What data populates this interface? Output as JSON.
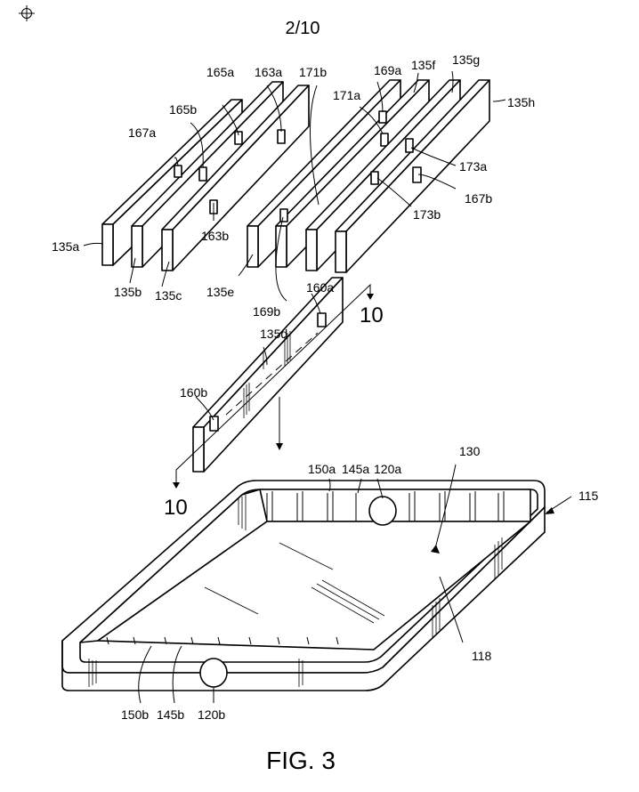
{
  "header": {
    "sheet_number": "2/10"
  },
  "figure": {
    "caption": "FIG. 3"
  },
  "section_mark": "10",
  "labels": {
    "l135a": "135a",
    "l135b": "135b",
    "l135c": "135c",
    "l135d": "135d",
    "l135e": "135e",
    "l135f": "135f",
    "l135g": "135g",
    "l135h": "135h",
    "l160a": "160a",
    "l160b": "160b",
    "l163a": "163a",
    "l163b": "163b",
    "l165a": "165a",
    "l165b": "165b",
    "l167a": "167a",
    "l167b": "167b",
    "l169a": "169a",
    "l169b": "169b",
    "l171a": "171a",
    "l171b": "171b",
    "l173a": "173a",
    "l173b": "173b",
    "l115": "115",
    "l118": "118",
    "l130": "130",
    "l120a": "120a",
    "l120b": "120b",
    "l145a": "145a",
    "l145b": "145b",
    "l150a": "150a",
    "l150b": "150b"
  },
  "icons": {
    "registration_mark": "crosshair-circle-icon"
  }
}
